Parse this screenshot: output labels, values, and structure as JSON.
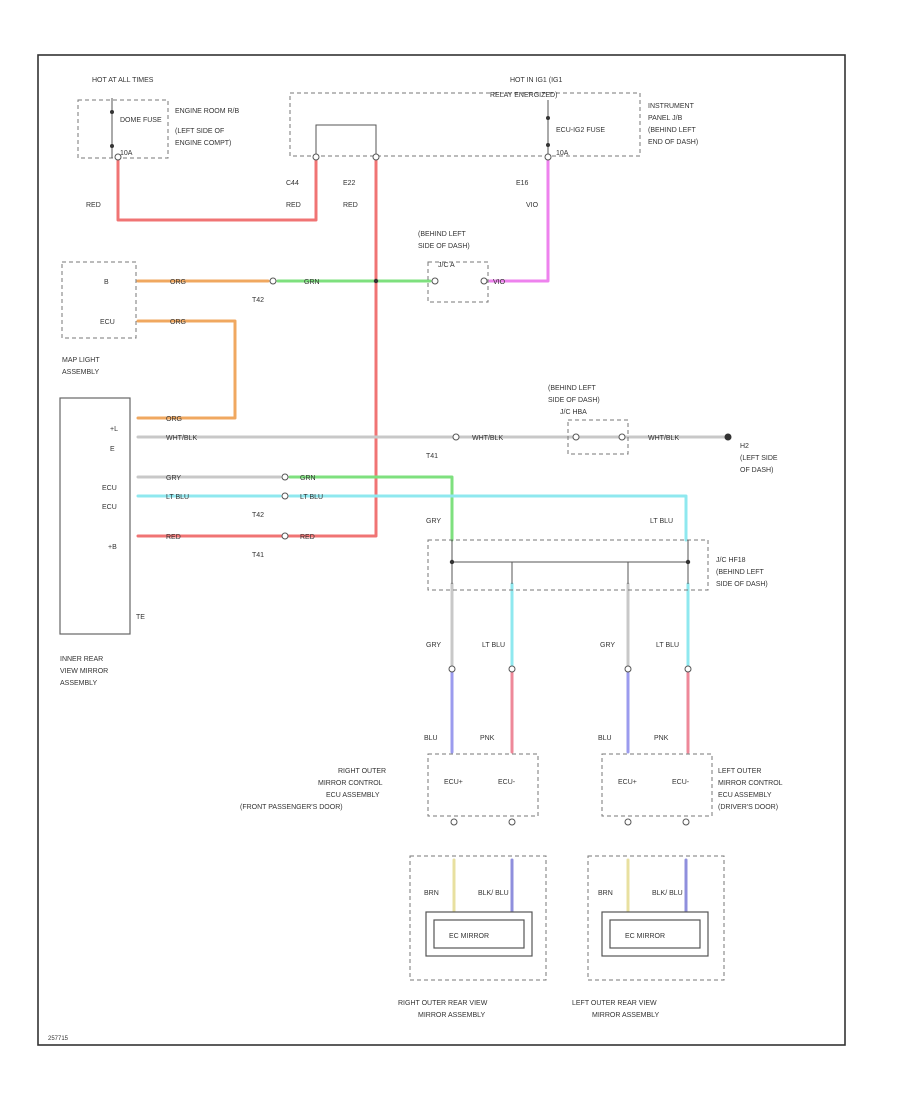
{
  "colors": {
    "red": "#f07474",
    "orange": "#f0a860",
    "green": "#7ee07e",
    "pink": "#ee82ee",
    "gray": "#c8c8c8",
    "cyan": "#8fe8ef",
    "blue": "#9b9bee",
    "pink_mirror": "#ee8899",
    "yellow": "#e8e0a0",
    "violet": "#8f8fdd"
  },
  "power": {
    "hot_at_all_times": "HOT AT ALL TIMES",
    "dome_fuse": "DOME FUSE",
    "dome_fuse_amp": "10A",
    "engine_room_relay": "ENGINE ROOM R/B",
    "engine_room_location_1": "(LEFT SIDE OF",
    "engine_room_location_2": "ENGINE COMPT)",
    "hot_in_ig1": "HOT IN IG1 (IG1",
    "relay_energized": "RELAY ENERGIZED)",
    "ecu_ig2_fuse": "ECU-IG2 FUSE",
    "ecu_ig2_amp": "10A",
    "instrument_panel_1": "INSTRUMENT",
    "instrument_panel_2": "PANEL J/B",
    "instrument_panel_3": "(BEHIND LEFT",
    "instrument_panel_4": "END OF DASH)"
  },
  "labels": {
    "c44": "C44",
    "e22": "E22",
    "e16": "E16",
    "red": "RED",
    "vio": "VIO",
    "grn": "GRN",
    "org": "ORG",
    "gry": "GRY",
    "lt_blu": "LT BLU",
    "wht_blk": "WHT/BLK",
    "blu": "BLU",
    "pnk": "PNK",
    "brn": "BRN",
    "blk_blu": "BLK/ BLU",
    "t42": "T42",
    "t41": "T41",
    "behind_left_dash_1": "(BEHIND LEFT",
    "behind_left_dash_2": "SIDE OF DASH)",
    "j_c_pin_a": "J/C A",
    "j_c_hba": "J/C HBA",
    "ground": "H2",
    "ground_loc_1": "(LEFT SIDE",
    "ground_loc_2": "OF DASH)",
    "jc_hf18": "J/C HF18",
    "jc_hf18_loc_1": "(BEHIND LEFT",
    "jc_hf18_loc_2": "SIDE OF DASH)"
  },
  "map_light": {
    "title_1": "MAP LIGHT",
    "title_2": "ASSEMBLY",
    "pin_a": "B",
    "pin_b": "ECU"
  },
  "inner_mirror": {
    "title_1": "INNER REAR",
    "title_2": "VIEW MIRROR",
    "title_3": "ASSEMBLY",
    "pins": [
      "+L",
      "E",
      "",
      "ECU",
      "ECU",
      "",
      "+B",
      "",
      "",
      "",
      "TE"
    ]
  },
  "right_ecu": {
    "title_1": "RIGHT OUTER",
    "title_2": "MIRROR CONTROL",
    "title_3": "ECU ASSEMBLY",
    "title_4": "(FRONT PASSENGER'S DOOR)",
    "pin_left": "ECU+",
    "pin_right": "ECU-"
  },
  "left_ecu": {
    "title_1": "LEFT OUTER",
    "title_2": "MIRROR CONTROL",
    "title_3": "ECU ASSEMBLY",
    "title_4": "(DRIVER'S DOOR)",
    "pin_left": "ECU+",
    "pin_right": "ECU-"
  },
  "right_mirror": {
    "inner": "EC MIRROR",
    "title_1": "RIGHT OUTER REAR VIEW",
    "title_2": "MIRROR ASSEMBLY"
  },
  "left_mirror": {
    "inner": "EC MIRROR",
    "title_1": "LEFT OUTER REAR VIEW",
    "title_2": "MIRROR ASSEMBLY"
  },
  "footer": {
    "code": "257715"
  }
}
